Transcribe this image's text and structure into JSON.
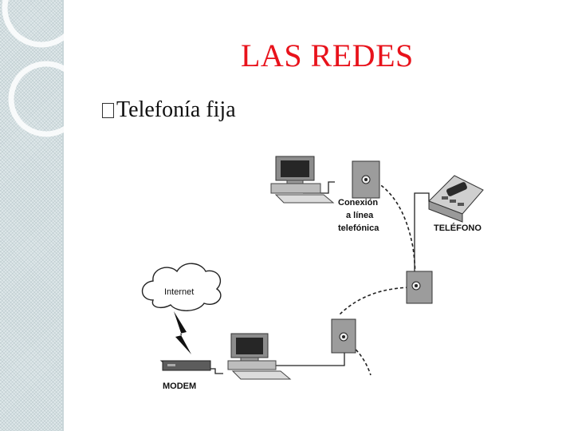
{
  "slide": {
    "title": "LAS REDES",
    "bullet_marker": "□",
    "bullet_text": "Telefonía fija"
  },
  "diagram": {
    "labels": {
      "connection_line1": "Conexión",
      "connection_line2": "a línea",
      "connection_line3": "telefónica",
      "telephone": "TELÉFONO",
      "internet": "Internet",
      "modem": "MODEM"
    }
  },
  "colors": {
    "title": "#e8121b",
    "sidebar": "#dfe8ea"
  }
}
